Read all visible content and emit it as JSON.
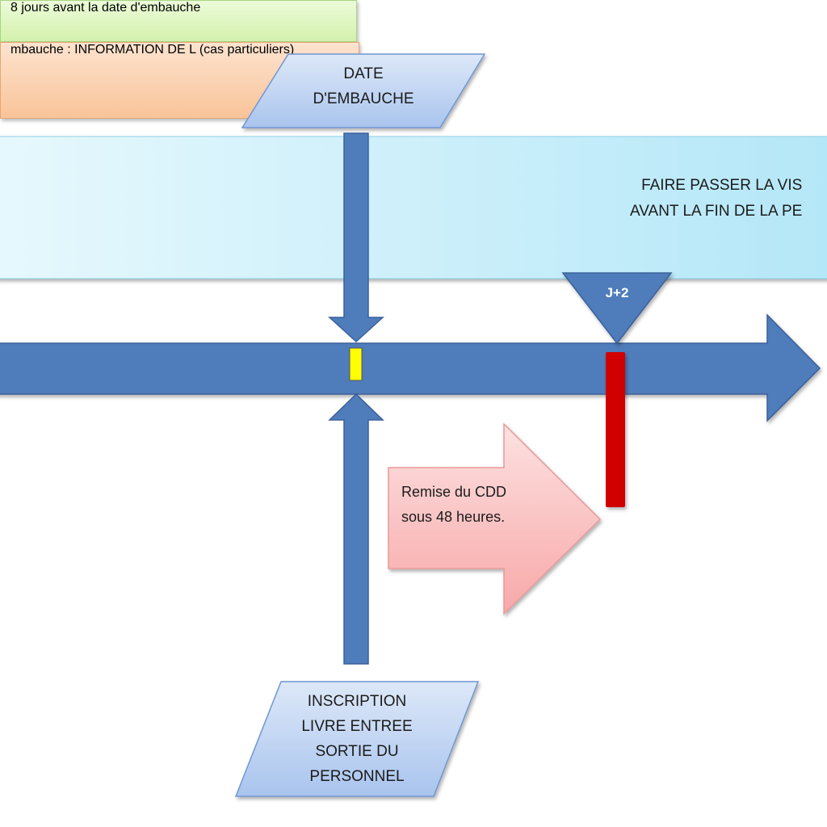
{
  "top_parallelogram": {
    "text": "DATE\nD'EMBAUCHE"
  },
  "bottom_parallelogram": {
    "text": "INSCRIPTION\nLIVRE ENTREE\nSORTIE DU\nPERSONNEL"
  },
  "banner": {
    "text": "FAIRE PASSER LA VIS\nAVANT LA FIN DE LA PE"
  },
  "marker": {
    "text": "J+2"
  },
  "green_box": {
    "text": "8 jours avant la date d'embauche"
  },
  "orange_box": {
    "text": "mbauche : INFORMATION DE\nL (cas particuliers)"
  },
  "pink_arrow": {
    "text": "Remise du CDD\nsous 48 heures."
  },
  "colors": {
    "timeline_blue": "#4f7cba",
    "banner_fill": "#c4eefa",
    "parallelogram_fill": "#c2d6f3",
    "yellow_marker": "#ffff00",
    "red_marker": "#d10000",
    "pink_arrow_fill": "#fbbfbf",
    "green_box_fill": "#ddf6bf",
    "orange_box_fill": "#fbd2b2"
  }
}
